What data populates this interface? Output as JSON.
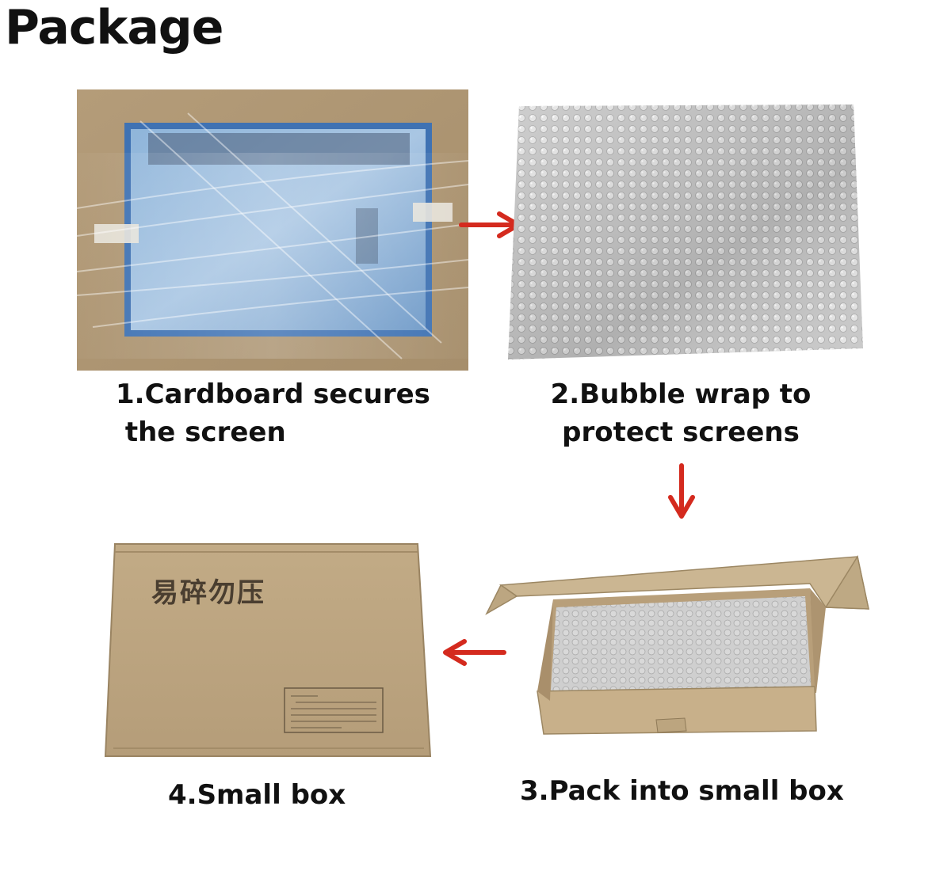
{
  "page": {
    "title": "Package"
  },
  "steps": [
    {
      "line1": "1.Cardboard secures",
      "line2": " the screen"
    },
    {
      "line1": "2.Bubble wrap to",
      "line2": "protect screens"
    },
    {
      "line1": "3.Pack into small box"
    },
    {
      "line1": "4.Small box"
    }
  ],
  "box_print": {
    "fragile_text": "易碎勿压"
  },
  "colors": {
    "arrow": "#d42a1e",
    "cardboard": "#b79f7d",
    "screen": "#5e8fc4"
  },
  "icons": {
    "arrows": [
      "arrow-right-icon",
      "arrow-down-icon",
      "arrow-left-icon"
    ]
  }
}
